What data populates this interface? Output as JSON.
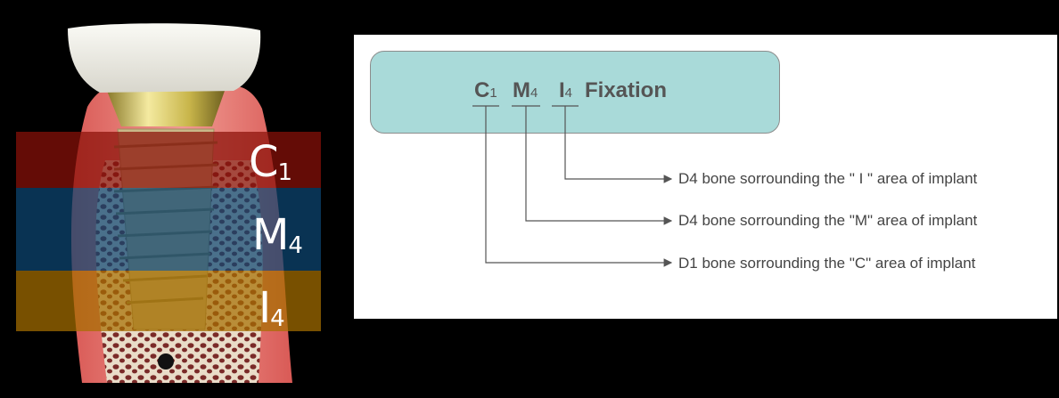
{
  "zones": [
    {
      "letter": "C",
      "sub": "1",
      "color": "#8a1108"
    },
    {
      "letter": "M",
      "sub": "4",
      "color": "#0d4773"
    },
    {
      "letter": "I",
      "sub": "4",
      "color": "#a66f00"
    }
  ],
  "title": {
    "codes": [
      {
        "letter": "C",
        "sub": "1"
      },
      {
        "letter": "M",
        "sub": "4"
      },
      {
        "letter": "I",
        "sub": "4"
      }
    ],
    "word": "Fixation"
  },
  "descriptions": [
    "D4 bone sorrounding the \" I \" area of implant",
    "D4 bone sorrounding the \"M\" area of implant",
    "D1 bone sorrounding the \"C\" area of implant"
  ],
  "colors": {
    "title_box": "#a9dad9",
    "text": "#555555",
    "connector": "#555555"
  }
}
